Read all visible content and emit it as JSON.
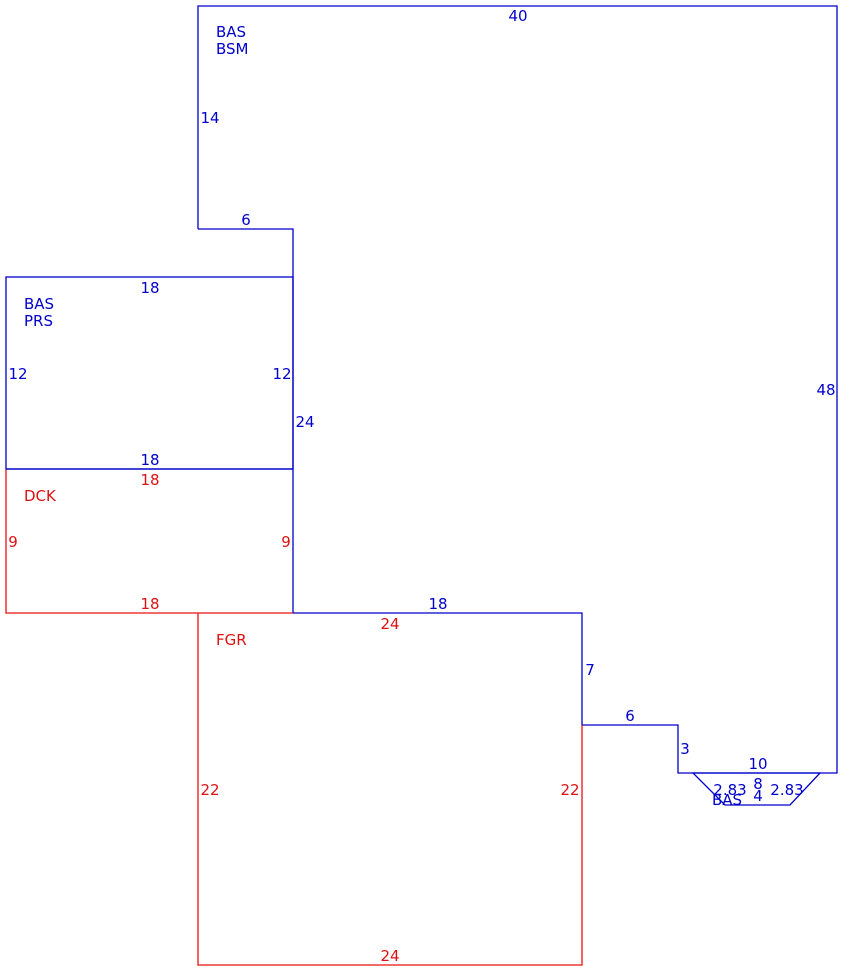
{
  "colors": {
    "bas": "#0000cc",
    "garage_deck": "#dd1111"
  },
  "areas": {
    "main": {
      "line1": "BAS",
      "line2": "BSM"
    },
    "porch": {
      "line1": "BAS",
      "line2": "PRS"
    },
    "deck": {
      "label": "DCK"
    },
    "garage": {
      "label": "FGR"
    },
    "bay": {
      "label": "BAS"
    }
  },
  "dims": {
    "main_top": "40",
    "main_left_upper": "14",
    "step_top": "6",
    "main_right": "48",
    "main_mid_left": "24",
    "main_bottom_mid": "18",
    "step_right_vert": "7",
    "step_right_horiz": "6",
    "step_right_vert2": "3",
    "step_right_bottom": "10",
    "porch_top": "18",
    "porch_left": "12",
    "porch_right": "12",
    "porch_bottom": "18",
    "deck_top": "18",
    "deck_left": "9",
    "deck_right": "9",
    "deck_bottom": "18",
    "garage_top": "24",
    "garage_left": "22",
    "garage_right": "22",
    "garage_bottom": "24",
    "bay_left": "2.83",
    "bay_depth": "8",
    "bay_front": "4",
    "bay_right": "2.83"
  }
}
